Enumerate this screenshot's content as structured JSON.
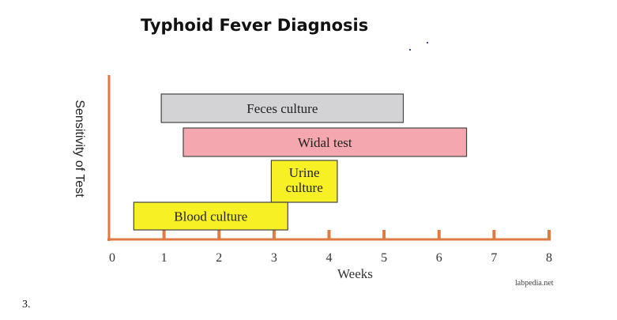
{
  "title": "Typhoid Fever Diagnosis",
  "footnote": "3.",
  "credit": "labpedia.net",
  "chart_data": {
    "type": "bar",
    "orientation": "horizontal-range",
    "title": "Typhoid Fever Diagnosis",
    "xlabel": "Weeks",
    "ylabel": "Sensitivity of Test",
    "xlim": [
      0,
      8
    ],
    "x_ticks": [
      "0",
      "1",
      "2",
      "3",
      "4",
      "5",
      "6",
      "7",
      "8"
    ],
    "grid": false,
    "bars": [
      {
        "label": "Feces culture",
        "start": 0.95,
        "end": 5.35,
        "color": "#d3d3d5"
      },
      {
        "label": "Widal test",
        "start": 1.35,
        "end": 6.5,
        "color": "#f4a7ae"
      },
      {
        "label_lines": [
          "Urine",
          "culture"
        ],
        "start": 2.95,
        "end": 4.15,
        "color": "#f7f024"
      },
      {
        "label": "Blood culture",
        "start": 0.45,
        "end": 3.25,
        "color": "#f7f024"
      }
    ],
    "axis_color": "#e07a43"
  }
}
